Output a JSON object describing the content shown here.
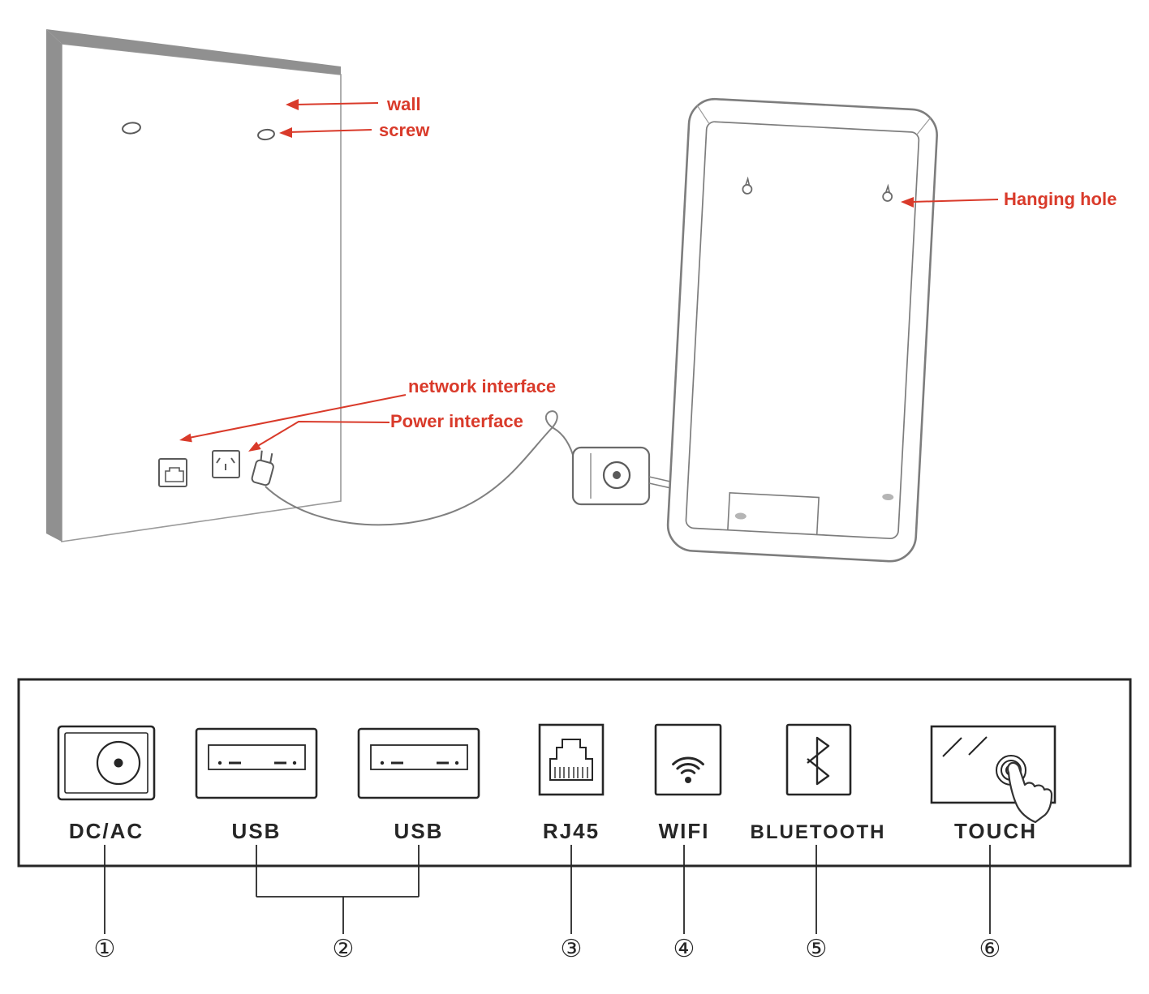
{
  "colors": {
    "annotation_red": "#d93a2a",
    "diagram_gray": "#808080",
    "panel_ink": "#262626",
    "wall_edge_gray": "#909090"
  },
  "installation": {
    "wall_label": "wall",
    "screw_label": "screw",
    "network_interface_label": "network interface",
    "power_interface_label": "Power interface",
    "hanging_hole_label": "Hanging hole"
  },
  "ports_panel": {
    "items": [
      {
        "label": "DC/AC",
        "icon": "dc-power-connector-icon",
        "callout": "①"
      },
      {
        "label": "USB",
        "icon": "usb-port-icon",
        "callout": "②"
      },
      {
        "label": "USB",
        "icon": "usb-port-icon",
        "callout": "②"
      },
      {
        "label": "RJ45",
        "icon": "ethernet-rj45-icon",
        "callout": "③"
      },
      {
        "label": "WIFI",
        "icon": "wifi-signal-icon",
        "callout": "④"
      },
      {
        "label": "BLUETOOTH",
        "icon": "bluetooth-icon",
        "callout": "⑤"
      },
      {
        "label": "TOUCH",
        "icon": "touchscreen-hand-icon",
        "callout": "⑥"
      }
    ],
    "callout_numbers": [
      "①",
      "②",
      "③",
      "④",
      "⑤",
      "⑥"
    ]
  }
}
